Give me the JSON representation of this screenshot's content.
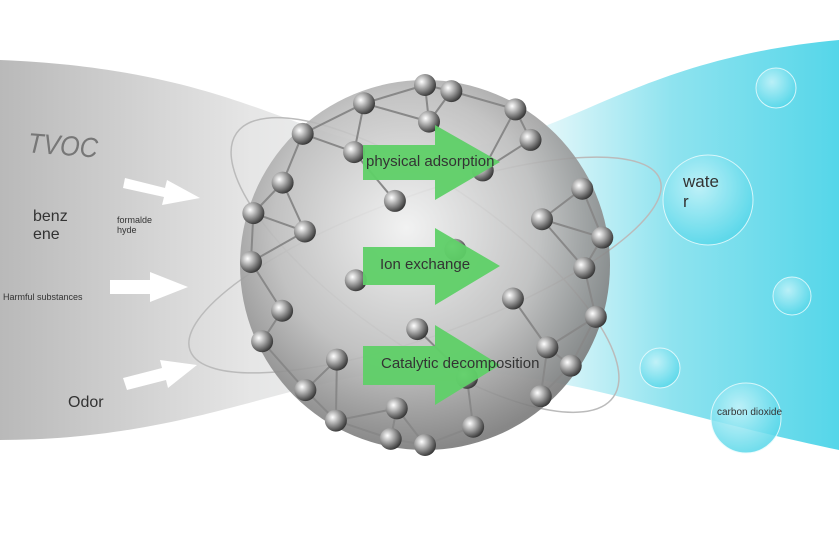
{
  "colors": {
    "band_left": "#bdbdbd",
    "band_right": "#5fd9ea",
    "arrow_green": "#5fd068",
    "sphere": "#c9c9c9"
  },
  "inputs": {
    "tvoc": "TVOC",
    "benzene": "benz\nene",
    "formaldehyde": "formalde\nhyde",
    "harmful": "Harmful substances",
    "odor": "Odor"
  },
  "processes": [
    "physical adsorption",
    "Ion exchange",
    "Catalytic decomposition"
  ],
  "outputs": {
    "water": "wate\nr",
    "co2": "carbon dioxide"
  }
}
